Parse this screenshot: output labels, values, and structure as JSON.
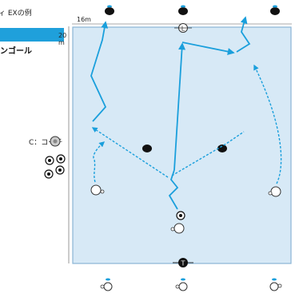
{
  "header": {
    "title": "ィ EXの例",
    "legend_label": "ンゴール"
  },
  "dimensions": {
    "width_label": "16m",
    "height_label_value": "20",
    "height_label_unit": "m"
  },
  "coach": {
    "label": "C：コーチ"
  },
  "markers": {
    "center_top": "L",
    "center_bottom": "T"
  },
  "colors": {
    "field_fill": "#d7e9f6",
    "field_stroke": "#8ab4d4",
    "arrow": "#1a9fdc",
    "legend_bar": "#1fa0db"
  },
  "icons": [
    "player-icon",
    "ball-icon",
    "cone-icon",
    "coach-icon",
    "goal-icon"
  ]
}
